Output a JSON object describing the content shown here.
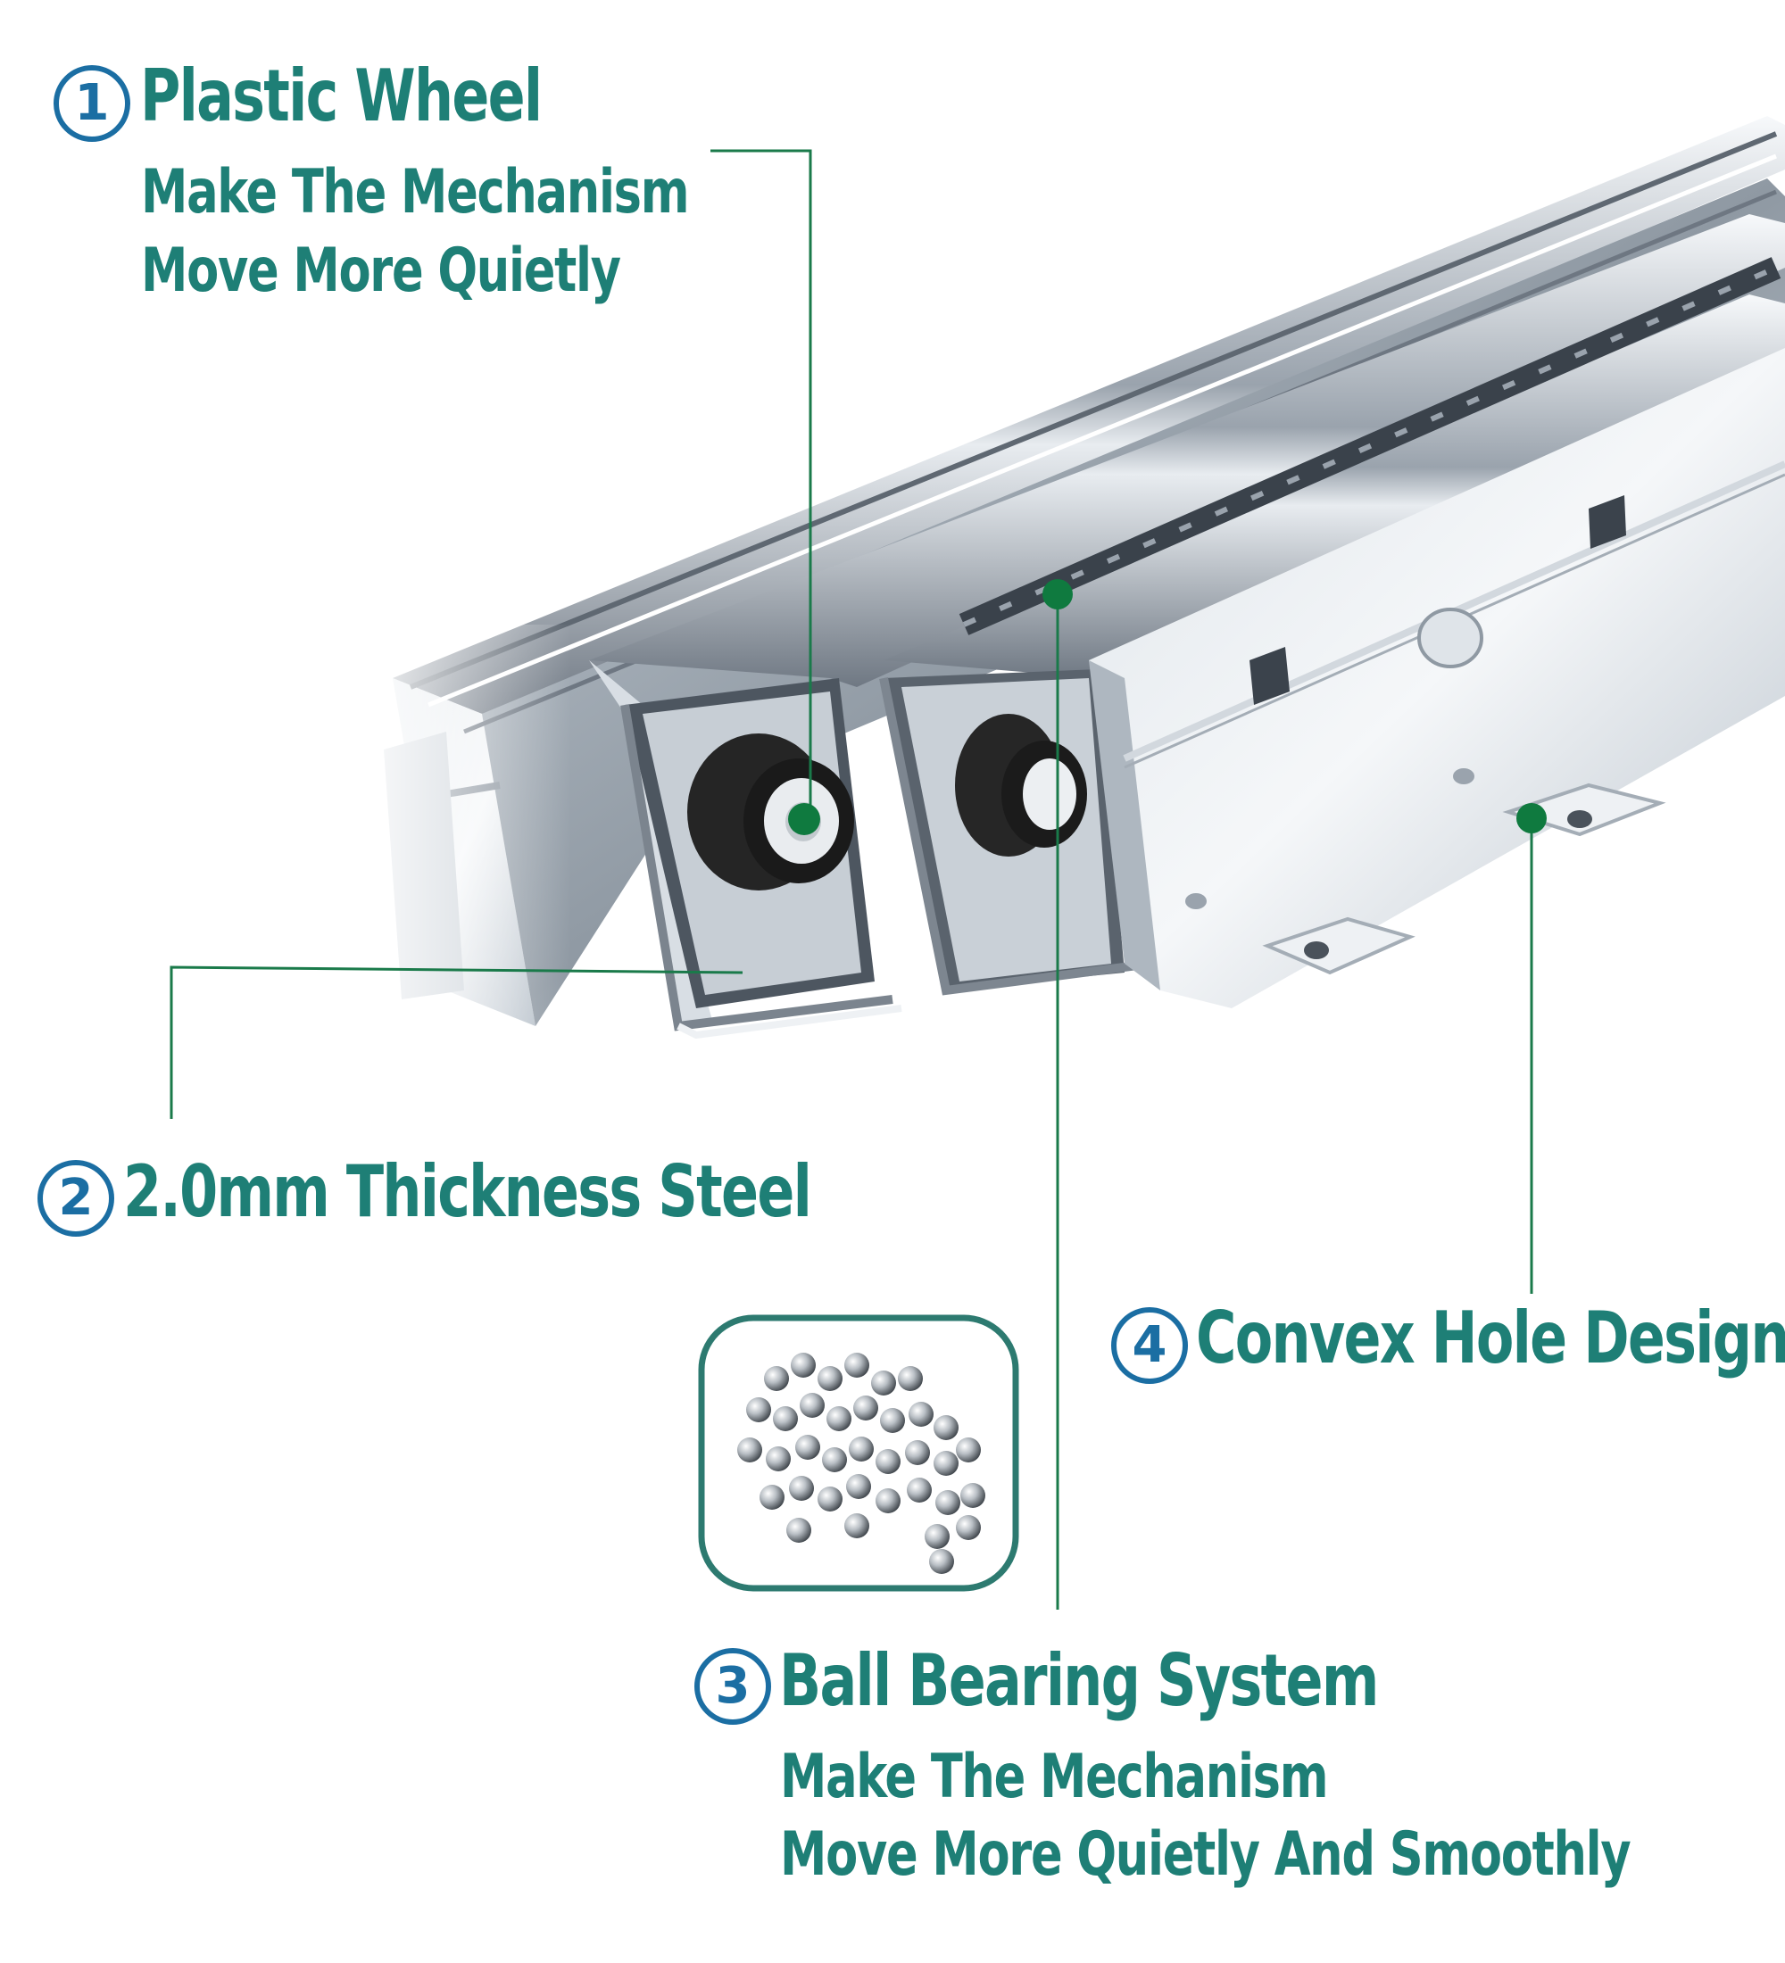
{
  "features": [
    {
      "number": "1",
      "title": "Plastic Wheel",
      "lines": [
        "Make The Mechanism",
        "Move More Quietly"
      ]
    },
    {
      "number": "2",
      "title": "2.0mm Thickness Steel",
      "lines": []
    },
    {
      "number": "3",
      "title": "Ball Bearing System",
      "lines": [
        "Make The Mechanism",
        "Move More Quietly And Smoothly"
      ]
    },
    {
      "number": "4",
      "title": "Convex Hole Design",
      "lines": []
    }
  ],
  "colors": {
    "text": "#1e7f76",
    "number_ring": "#1b6ea3",
    "leader_line": "#1a7a4a",
    "steel_light": "#eef1f4",
    "steel_dark": "#5c6570",
    "wheel": "#222222"
  }
}
